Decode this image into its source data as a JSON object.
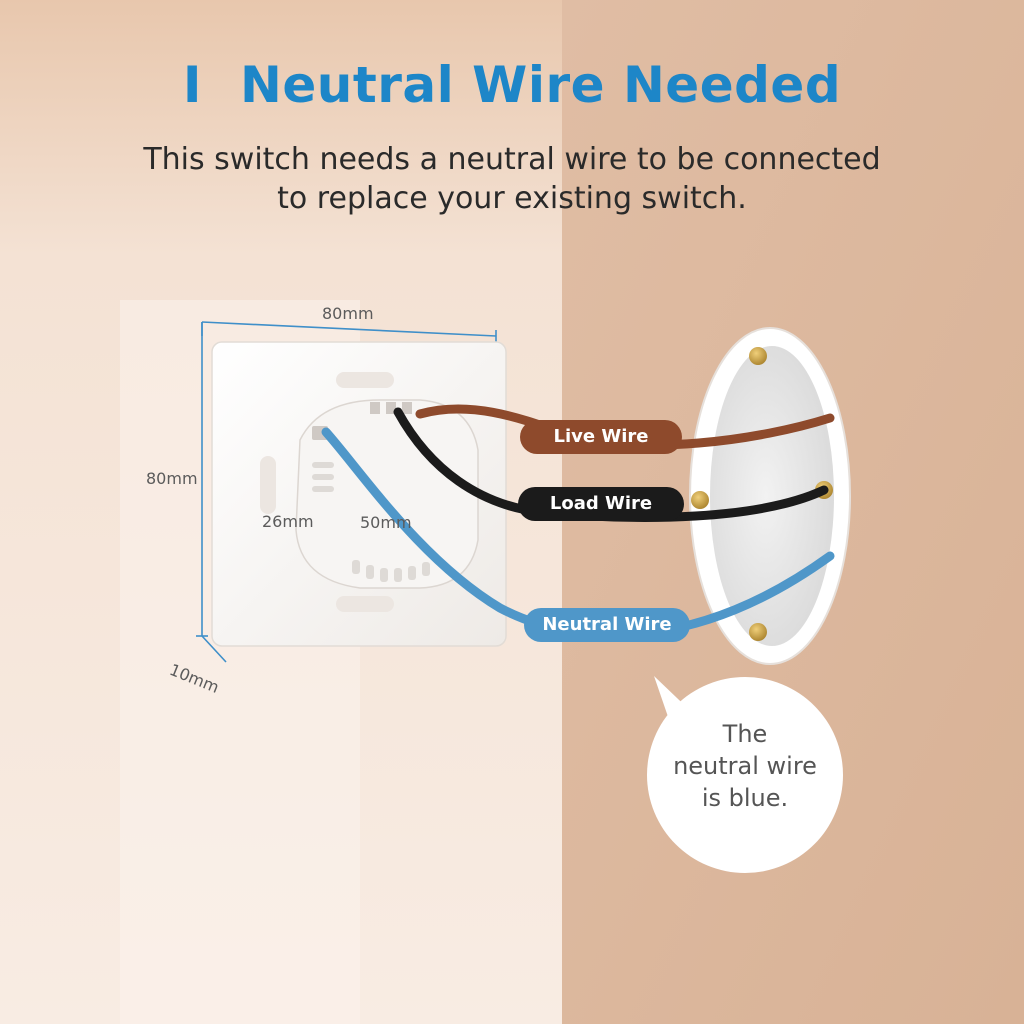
{
  "header": {
    "title_mark": "I",
    "title": "Neutral Wire Needed",
    "subtitle_line1": "This switch needs a neutral wire to be connected",
    "subtitle_line2": "to replace your existing switch."
  },
  "dimensions": {
    "width": "80mm",
    "height": "80mm",
    "depth_front": "26mm",
    "depth_back": "50mm",
    "plate_depth": "10mm"
  },
  "wires": {
    "live": "Live Wire",
    "load": "Load Wire",
    "neutral": "Neutral Wire"
  },
  "bubble": {
    "line1": "The",
    "line2": "neutral wire",
    "line3": "is blue."
  },
  "colors": {
    "accent": "#1d86c8",
    "live": "#8e4a2c",
    "load": "#1b1b1b",
    "neutral": "#4f97c9",
    "wall": "#dcb79c",
    "background": "#f3e3d6"
  }
}
